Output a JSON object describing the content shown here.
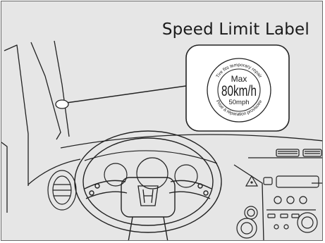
{
  "title": "Speed Limit Label",
  "label": {
    "max": "Max",
    "speed": "80km/h",
    "speed_alt": "50mph",
    "ring_top": "Tire fits temporary repair",
    "ring_bottom": "Prise à réparation provisoire"
  }
}
